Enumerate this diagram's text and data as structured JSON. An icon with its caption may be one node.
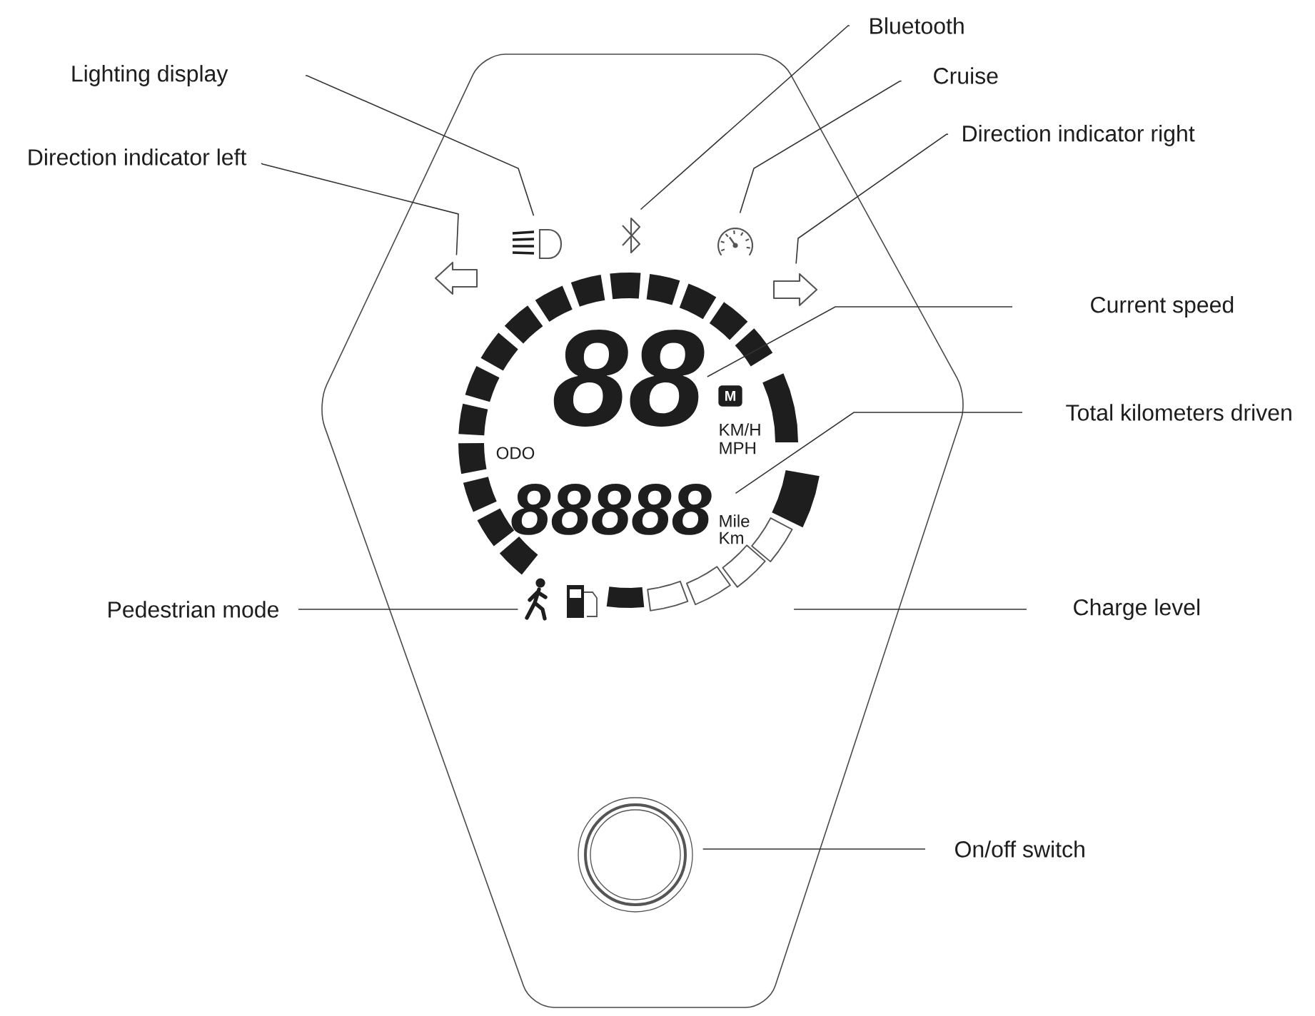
{
  "diagram": {
    "nodes": [
      {
        "text": [
          "Bluetooth"
        ]
      },
      {
        "text": [
          "Lighting display"
        ]
      },
      {
        "text": [
          "Cruise"
        ]
      },
      {
        "text": [
          "Direction indicator left"
        ]
      },
      {
        "text": [
          "Direction indicator right"
        ]
      },
      {
        "text": [
          "Current speed"
        ]
      },
      {
        "text": [
          "Total kilometers driven"
        ]
      },
      {
        "text": [
          "Pedestrian mode"
        ]
      },
      {
        "text": [
          "Charge level"
        ]
      },
      {
        "text": [
          "On/off switch"
        ]
      },
      {
        "text": [],
        "shape": "picture"
      },
      {
        "text": [],
        "shape": "picture"
      },
      {
        "text": [],
        "shape": "picture"
      },
      {
        "text": [],
        "shape": "picture"
      },
      {
        "text": [],
        "shape": "picture"
      },
      {
        "text": [
          "88"
        ]
      },
      {
        "text": [
          "88888"
        ]
      },
      {
        "text": [],
        "shape": "person"
      },
      {
        "text": [],
        "shape": "bar"
      },
      {
        "text": [],
        "shape": "circle"
      }
    ],
    "edges": [
      {
        "from": 0,
        "to": 11,
        "arrow": "none"
      },
      {
        "from": 1,
        "to": 10,
        "arrow": "none"
      },
      {
        "from": 2,
        "to": 12,
        "arrow": "none"
      },
      {
        "from": 3,
        "to": 13,
        "arrow": "none"
      },
      {
        "from": 4,
        "to": 14,
        "arrow": "none"
      },
      {
        "from": 5,
        "to": 15,
        "arrow": "none"
      },
      {
        "from": 6,
        "to": 16,
        "arrow": "none"
      },
      {
        "from": 7,
        "to": 17,
        "arrow": "none"
      },
      {
        "from": 8,
        "to": 18,
        "arrow": "none"
      },
      {
        "from": 9,
        "to": 19,
        "arrow": "none"
      }
    ],
    "labels": [
      "M",
      "KM/H",
      "ODO",
      "MPH",
      "Mile",
      "Km"
    ]
  }
}
